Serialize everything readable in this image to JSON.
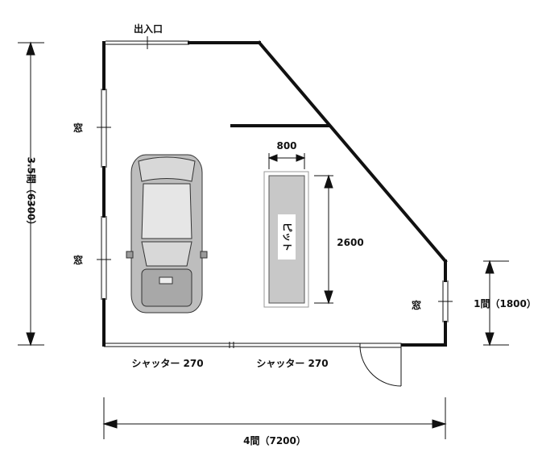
{
  "labels": {
    "entrance": "出入口",
    "window_upper_left": "窓",
    "window_lower_left": "窓",
    "window_right": "窓",
    "pit": "ピット",
    "pit_width": "800",
    "pit_length": "2600",
    "shutter_left": "シャッター  270",
    "shutter_right": "シャッター  270",
    "depth_dimension": "3.5間（6300）",
    "width_dimension": "4間（7200）",
    "right_wall_dimension": "1間（1800）"
  },
  "colors": {
    "wall": "#111111",
    "car_body": "#bdbdbd",
    "pit_fill": "#c8c8c8"
  }
}
